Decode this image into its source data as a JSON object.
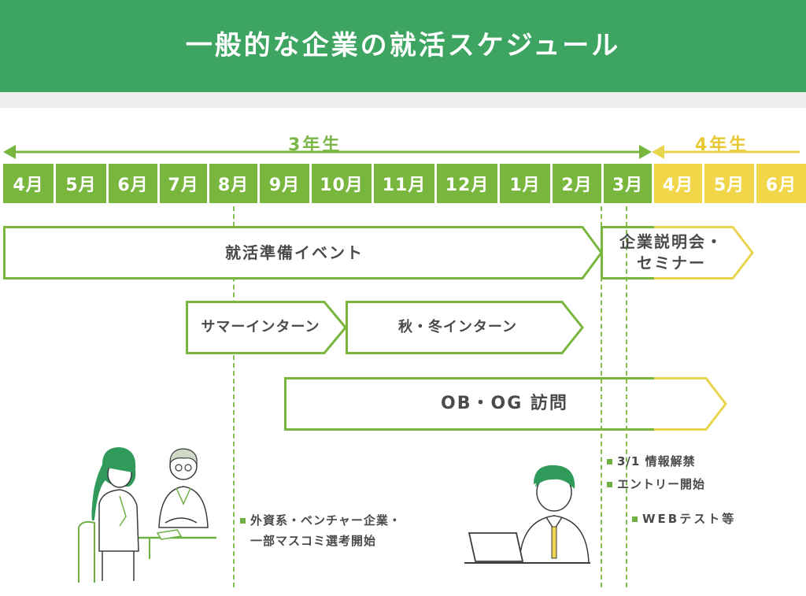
{
  "title": "一般的な企業の就活スケジュール",
  "years": {
    "third": "3年生",
    "fourth": "4年生"
  },
  "months": [
    "4月",
    "5月",
    "6月",
    "7月",
    "8月",
    "9月",
    "10月",
    "11月",
    "12月",
    "1月",
    "2月",
    "3月",
    "4月",
    "5月",
    "6月"
  ],
  "events": {
    "prep": "就活準備イベント",
    "briefing_line1": "企業説明会・",
    "briefing_line2": "セミナー",
    "summer_intern": "サマーインターン",
    "autumn_winter_intern": "秋・冬インターン",
    "obog_visit": "OB・OG 訪問"
  },
  "notes": {
    "foreign_line1": "外資系・ベンチャー企業・",
    "foreign_line2": "一部マスコミ選考開始",
    "info_release": "3/1 情報解禁",
    "entry_start": "エントリー開始",
    "web_test": "WEBテスト等"
  },
  "colors": {
    "header": "#3ea461",
    "green": "#78b63e",
    "yellow": "#f0d648",
    "line_green": "#84bd4f",
    "line_yellow": "#e8d44d"
  },
  "icons": [
    "interview-illustration",
    "laptop-student-illustration"
  ]
}
